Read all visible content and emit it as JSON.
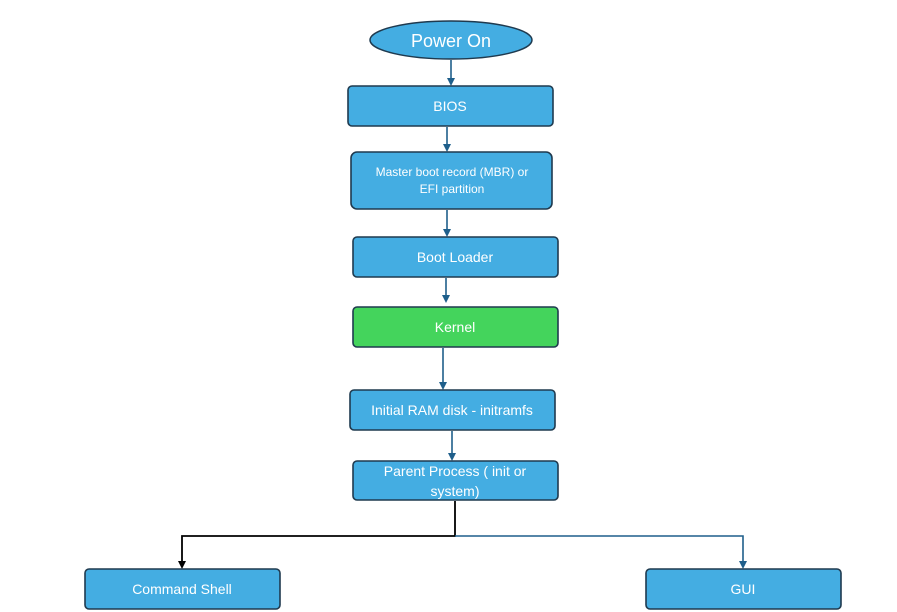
{
  "diagram": {
    "type": "flowchart",
    "nodes": {
      "power_on": {
        "lines": [
          "Power On"
        ],
        "shape": "ellipse",
        "fill": "#44ADE2"
      },
      "bios": {
        "lines": [
          "BIOS"
        ],
        "shape": "rect",
        "fill": "#44ADE2"
      },
      "mbr": {
        "lines": [
          "Master boot record (MBR) or",
          "EFI partition"
        ],
        "shape": "rect",
        "fill": "#44ADE2"
      },
      "boot_loader": {
        "lines": [
          "Boot Loader"
        ],
        "shape": "rect",
        "fill": "#44ADE2"
      },
      "kernel": {
        "lines": [
          "Kernel"
        ],
        "shape": "rect",
        "fill": "#44D45C"
      },
      "initramfs": {
        "lines": [
          "Initial RAM disk - initramfs"
        ],
        "shape": "rect",
        "fill": "#44ADE2"
      },
      "parent_process": {
        "lines": [
          "Parent Process ( init or",
          "system)"
        ],
        "shape": "rect",
        "fill": "#44ADE2"
      },
      "command_shell": {
        "lines": [
          "Command Shell"
        ],
        "shape": "rect",
        "fill": "#44ADE2"
      },
      "gui": {
        "lines": [
          "GUI"
        ],
        "shape": "rect",
        "fill": "#44ADE2"
      }
    },
    "edges": [
      {
        "from": "power_on",
        "to": "bios"
      },
      {
        "from": "bios",
        "to": "mbr"
      },
      {
        "from": "mbr",
        "to": "boot_loader"
      },
      {
        "from": "boot_loader",
        "to": "kernel"
      },
      {
        "from": "kernel",
        "to": "initramfs"
      },
      {
        "from": "initramfs",
        "to": "parent_process"
      },
      {
        "from": "parent_process",
        "to": "command_shell"
      },
      {
        "from": "parent_process",
        "to": "gui"
      }
    ],
    "colors": {
      "box_fill": "#44ADE2",
      "kernel_fill": "#44D45C",
      "border": "#1F3A4F",
      "connector": "#1F5F8B",
      "connector_dark": "#000000",
      "text": "#FFFFFF"
    }
  }
}
